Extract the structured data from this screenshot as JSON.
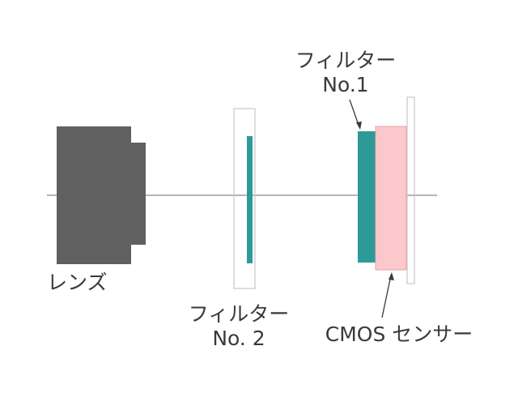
{
  "labels": {
    "lens": "レンズ",
    "filter2_line1": "フィルター",
    "filter2_line2": "No. 2",
    "filter1_line1": "フィルター",
    "filter1_line2": "No.1",
    "cmos": "CMOS センサー"
  },
  "colors": {
    "lens": "#606060",
    "filter": "#2e9a98",
    "filter_frame": "#c9c9c9",
    "sensor": "#fdc8cb",
    "sensor_border": "#e3a5aa",
    "axis": "#8a8a8a",
    "text": "#3a3a3a"
  }
}
